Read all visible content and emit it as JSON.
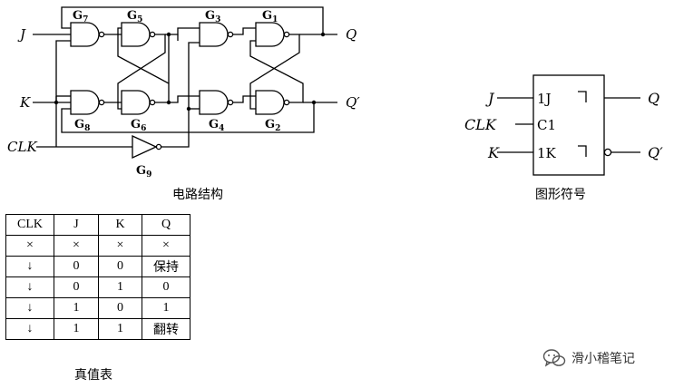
{
  "circuit": {
    "inputs": {
      "j": "J",
      "k": "K",
      "clk": "CLK"
    },
    "outputs": {
      "q": "Q",
      "qn": "Q′"
    },
    "gates": {
      "g7": {
        "main": "G",
        "sub": "7"
      },
      "g5": {
        "main": "G",
        "sub": "5"
      },
      "g3": {
        "main": "G",
        "sub": "3"
      },
      "g1": {
        "main": "G",
        "sub": "1"
      },
      "g8": {
        "main": "G",
        "sub": "8"
      },
      "g6": {
        "main": "G",
        "sub": "6"
      },
      "g4": {
        "main": "G",
        "sub": "4"
      },
      "g2": {
        "main": "G",
        "sub": "2"
      },
      "g9": {
        "main": "G",
        "sub": "9"
      }
    },
    "caption": "电路结构"
  },
  "symbol": {
    "inputs": {
      "j": "J",
      "clk": "CLK",
      "k": "K"
    },
    "pins": {
      "j": "1J",
      "c": "C1",
      "k": "1K"
    },
    "outputs": {
      "q": "Q",
      "qn": "Q′"
    },
    "caption": "图形符号"
  },
  "truth_table": {
    "headers": [
      "CLK",
      "J",
      "K",
      "Q"
    ],
    "rows": [
      [
        "×",
        "×",
        "×",
        "×"
      ],
      [
        "↓",
        "0",
        "0",
        "保持"
      ],
      [
        "↓",
        "0",
        "1",
        "0"
      ],
      [
        "↓",
        "1",
        "0",
        "1"
      ],
      [
        "↓",
        "1",
        "1",
        "翻转"
      ]
    ],
    "caption": "真值表"
  },
  "watermark": {
    "text": "滑小稽笔记",
    "icon": "wechat-icon"
  }
}
